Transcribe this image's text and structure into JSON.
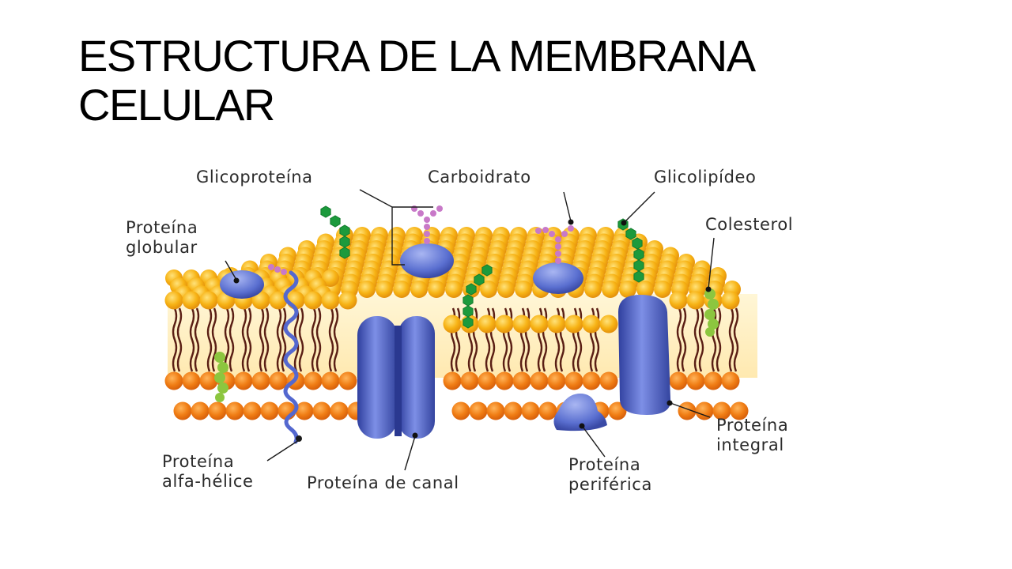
{
  "slide": {
    "title_line1": "ESTRUCTURA DE LA MEMBRANA",
    "title_line2": "CELULAR"
  },
  "diagram": {
    "labels": {
      "glicoproteina": "Glicoproteína",
      "carboidrato": "Carboidrato",
      "glicolipideo": "Glicolipídeo",
      "proteina_globular_1": "Proteína",
      "proteina_globular_2": "globular",
      "colesterol": "Colesterol",
      "proteina_integral_1": "Proteína",
      "proteina_integral_2": "integral",
      "proteina_alfa_1": "Proteína",
      "proteina_alfa_2": "alfa-hélice",
      "proteina_canal": "Proteína de canal",
      "proteina_periferica_1": "Proteína",
      "proteina_periferica_2": "periférica"
    },
    "colors": {
      "head_top": "#f7b315",
      "head_bottom": "#f07d14",
      "tail": "#5a1e14",
      "protein": "#5a6fd0",
      "glyco_chain": "#1c9a3c",
      "carbohydrate": "#c879c8",
      "cholesterol": "#8cc63f",
      "interior": "#fff3c8"
    }
  }
}
